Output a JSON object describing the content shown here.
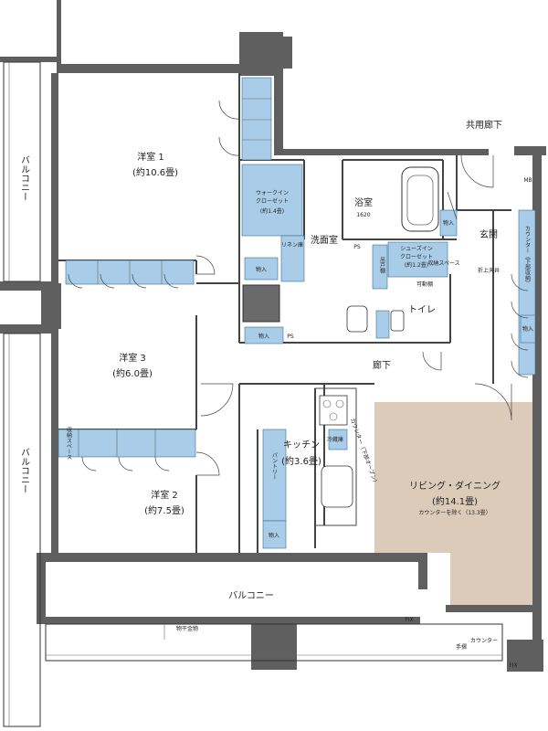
{
  "rooms": {
    "bedroom1": {
      "name": "洋室 1",
      "size": "(約10.6畳)"
    },
    "bedroom2": {
      "name": "洋室 2",
      "size": "(約7.5畳)"
    },
    "bedroom3": {
      "name": "洋室 3",
      "size": "(約6.0畳)"
    },
    "walkin": {
      "name1": "ウォークイン",
      "name2": "クローゼット",
      "size": "(約1.4畳)"
    },
    "bath": {
      "name": "浴室",
      "size": "1620"
    },
    "washroom": {
      "name": "洗面室"
    },
    "entrance": {
      "name": "玄関"
    },
    "shoein": {
      "name1": "シューズイン",
      "name2": "クローゼット",
      "size": "(約1.2畳)"
    },
    "toilet": {
      "name": "トイレ"
    },
    "hallway": {
      "name": "廊下"
    },
    "kitchen": {
      "name": "キッチン",
      "size": "(約3.6畳)"
    },
    "living": {
      "name": "リビング・ダイニング",
      "size": "(約14.1畳)",
      "note": "カウンターを除く（13.3畳）"
    },
    "common_corridor": {
      "name": "共用廊下"
    },
    "balcony_left_top": {
      "name": "バルコニー"
    },
    "balcony_left_bottom": {
      "name": "バルコニー"
    },
    "balcony_bottom": {
      "name": "バルコニー"
    }
  },
  "labels": {
    "storage": "物入",
    "linen": "リネン庫",
    "ps": "PS",
    "mb": "MB",
    "closet_storage": "可動棚",
    "counter_open": "カウンター（下部オープン）",
    "counter": "カウンター",
    "shoebox": "カウンター（下部収納）",
    "fold_counter": "折上天井",
    "handrail": "物干金物",
    "fix1": "FIX",
    "fix2": "FIX",
    "handrail_small": "手摺",
    "pantry": "パントリー",
    "fridge": "冷蔵庫",
    "bedroom_storage": "収納スペース",
    "kitchen_shelf": "吊戸棚",
    "shoe_space": "収納スペース"
  }
}
